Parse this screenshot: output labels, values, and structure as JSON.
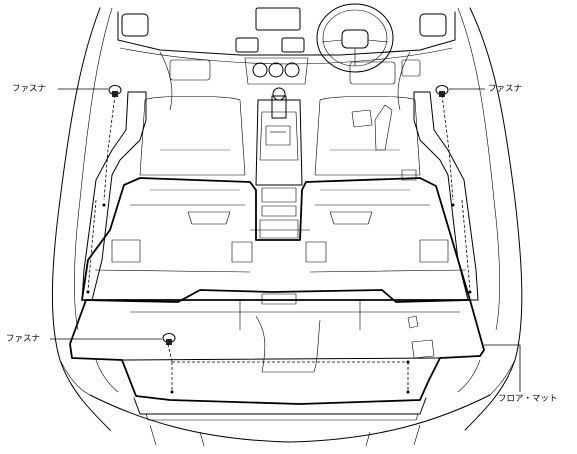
{
  "labels": {
    "fastener_top_left": "ファスナ",
    "fastener_top_right": "ファスナ",
    "fastener_rear_left": "ファスナ",
    "floor_mat": "フロア・マット"
  }
}
